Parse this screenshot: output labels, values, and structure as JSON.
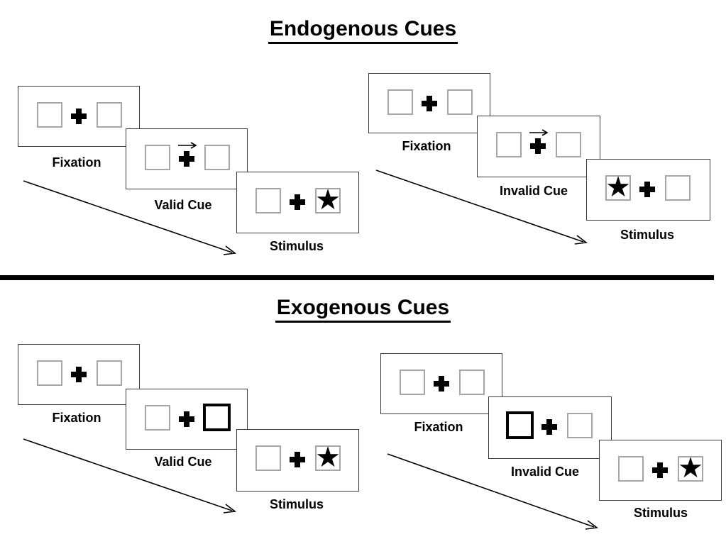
{
  "diagram": {
    "sections": [
      {
        "title": "Endogenous Cues",
        "trials": [
          {
            "name": "valid",
            "cue_label": "Valid Cue",
            "cue_symbol": "arrow-right-above-fixation",
            "target_side": "right"
          },
          {
            "name": "invalid",
            "cue_label": "Invalid Cue",
            "cue_symbol": "arrow-right-above-fixation",
            "target_side": "left"
          }
        ]
      },
      {
        "title": "Exogenous Cues",
        "trials": [
          {
            "name": "valid",
            "cue_label": "Valid Cue",
            "cue_symbol": "bold-box-right",
            "target_side": "right"
          },
          {
            "name": "invalid",
            "cue_label": "Invalid Cue",
            "cue_symbol": "bold-box-left",
            "target_side": "right"
          }
        ]
      }
    ],
    "panel_labels": {
      "fixation": "Fixation",
      "stimulus": "Stimulus"
    },
    "symbols": {
      "star": "★"
    },
    "colors": {
      "ink": "#000000",
      "panel_border": "#3b3b3b",
      "box_border": "#a6a6a6",
      "background": "#ffffff"
    }
  }
}
